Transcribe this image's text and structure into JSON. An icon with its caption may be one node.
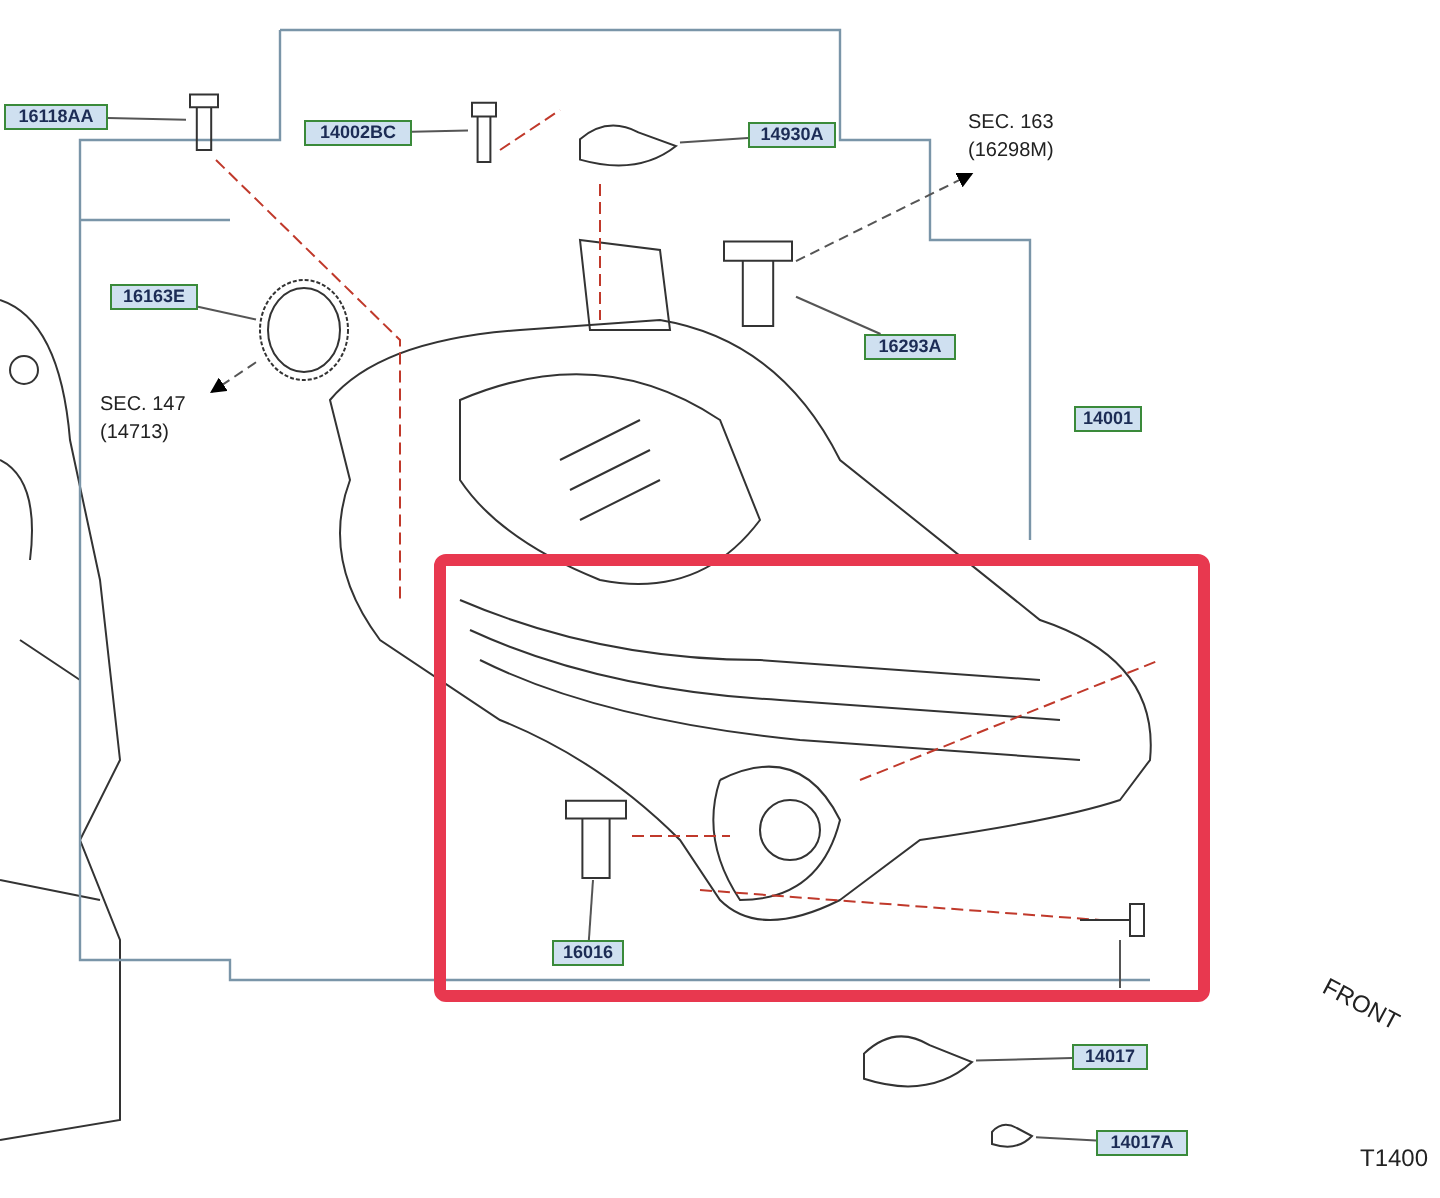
{
  "diagram": {
    "nodes": [
      {
        "text": [
          "16118AA"
        ]
      },
      {
        "text": [
          "14002BC"
        ]
      },
      {
        "text": [
          "14930A"
        ]
      },
      {
        "text": [
          "16163E"
        ]
      },
      {
        "text": [
          "16293A"
        ]
      },
      {
        "text": [
          "16016"
        ]
      },
      {
        "text": [
          "14017"
        ]
      },
      {
        "text": [
          "14017A"
        ]
      },
      {
        "text": [
          "SEC. 147",
          "(14713)"
        ]
      },
      {
        "text": [
          "SEC. 163",
          "(16298M)"
        ]
      },
      {
        "text": [],
        "shape": "picture"
      },
      {
        "text": [],
        "shape": "picture"
      },
      {
        "text": [],
        "shape": "picture"
      },
      {
        "text": [],
        "shape": "picture"
      },
      {
        "text": [],
        "shape": "picture"
      },
      {
        "text": [],
        "shape": "picture"
      },
      {
        "text": [],
        "shape": "picture"
      },
      {
        "text": [],
        "shape": "picture"
      },
      {
        "text": [
          "14001"
        ]
      }
    ],
    "edges": [
      {
        "from": 0,
        "to": 10,
        "arrow": "none"
      },
      {
        "from": 1,
        "to": 11,
        "arrow": "none"
      },
      {
        "from": 2,
        "to": 12,
        "arrow": "none"
      },
      {
        "from": 3,
        "to": 13,
        "arrow": "none"
      },
      {
        "from": 4,
        "to": 14,
        "arrow": "none"
      },
      {
        "from": 5,
        "to": 15,
        "arrow": "none"
      },
      {
        "from": 6,
        "to": 16,
        "arrow": "none"
      },
      {
        "from": 7,
        "to": 17,
        "arrow": "none"
      },
      {
        "from": 13,
        "to": 8,
        "arrow": "to",
        "style": "dashed"
      },
      {
        "from": 14,
        "to": 9,
        "arrow": "to",
        "style": "dashed"
      }
    ],
    "labels": [
      "FRONT",
      "T1400"
    ]
  }
}
